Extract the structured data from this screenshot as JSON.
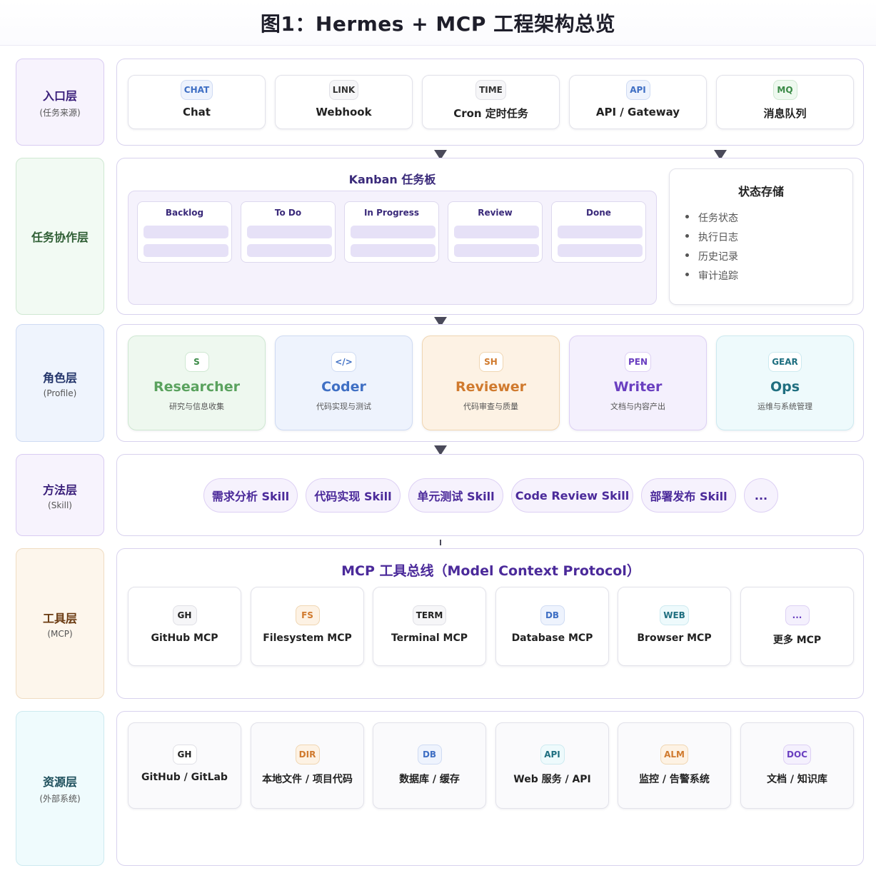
{
  "title": "图1：Hermes + MCP 工程架构总览",
  "layers": {
    "entry": {
      "name": "入口层",
      "sub": "(任务来源)"
    },
    "task": {
      "name": "任务协作层",
      "sub": ""
    },
    "role": {
      "name": "角色层",
      "sub": "(Profile)"
    },
    "method": {
      "name": "方法层",
      "sub": "(Skill)"
    },
    "tool": {
      "name": "工具层",
      "sub": "(MCP)"
    },
    "res": {
      "name": "资源层",
      "sub": "(外部系统)"
    }
  },
  "entry_cards": [
    {
      "badge": "CHAT",
      "name": "Chat"
    },
    {
      "badge": "LINK",
      "name": "Webhook"
    },
    {
      "badge": "TIME",
      "name": "Cron 定时任务"
    },
    {
      "badge": "API",
      "name": "API / Gateway"
    },
    {
      "badge": "MQ",
      "name": "消息队列"
    }
  ],
  "kanban": {
    "title": "Kanban 任务板",
    "columns": [
      "Backlog",
      "To Do",
      "In Progress",
      "Review",
      "Done"
    ]
  },
  "state_store": {
    "title": "状态存储",
    "items": [
      "任务状态",
      "执行日志",
      "历史记录",
      "审计追踪"
    ]
  },
  "roles": [
    {
      "badge": "S",
      "name": "Researcher",
      "desc": "研究与信息收集"
    },
    {
      "badge": "</>",
      "name": "Coder",
      "desc": "代码实现与测试"
    },
    {
      "badge": "SH",
      "name": "Reviewer",
      "desc": "代码审查与质量"
    },
    {
      "badge": "PEN",
      "name": "Writer",
      "desc": "文档与内容产出"
    },
    {
      "badge": "GEAR",
      "name": "Ops",
      "desc": "运维与系统管理"
    }
  ],
  "skills": [
    "需求分析 Skill",
    "代码实现 Skill",
    "单元测试 Skill",
    "Code Review Skill",
    "部署发布 Skill",
    "..."
  ],
  "mcp_bus": {
    "title": "MCP 工具总线（Model Context Protocol）",
    "tools": [
      {
        "badge": "GH",
        "name": "GitHub MCP"
      },
      {
        "badge": "FS",
        "name": "Filesystem MCP"
      },
      {
        "badge": "TERM",
        "name": "Terminal MCP"
      },
      {
        "badge": "DB",
        "name": "Database MCP"
      },
      {
        "badge": "WEB",
        "name": "Browser MCP"
      },
      {
        "badge": "...",
        "name": "更多 MCP"
      }
    ]
  },
  "resources": [
    {
      "badge": "GH",
      "name": "GitHub / GitLab"
    },
    {
      "badge": "DIR",
      "name": "本地文件 / 项目代码"
    },
    {
      "badge": "DB",
      "name": "数据库 / 缓存"
    },
    {
      "badge": "API",
      "name": "Web 服务 / API"
    },
    {
      "badge": "ALM",
      "name": "监控 / 告警系统"
    },
    {
      "badge": "DOC",
      "name": "文档 / 知识库"
    }
  ],
  "colors": {
    "entry_layer": "#f6f2fd",
    "task_layer": "#f1faf2",
    "role_layer": "#eef3fd",
    "method_layer": "#f6f2fd",
    "tool_layer": "#fdf5ea",
    "res_layer": "#eefbfd",
    "accent_purple": "#4b2a9a",
    "researcher": "#5aa25e",
    "coder": "#3f6fc4",
    "reviewer": "#d07a2e",
    "writer": "#6a3fc0",
    "ops": "#1f6f80"
  }
}
